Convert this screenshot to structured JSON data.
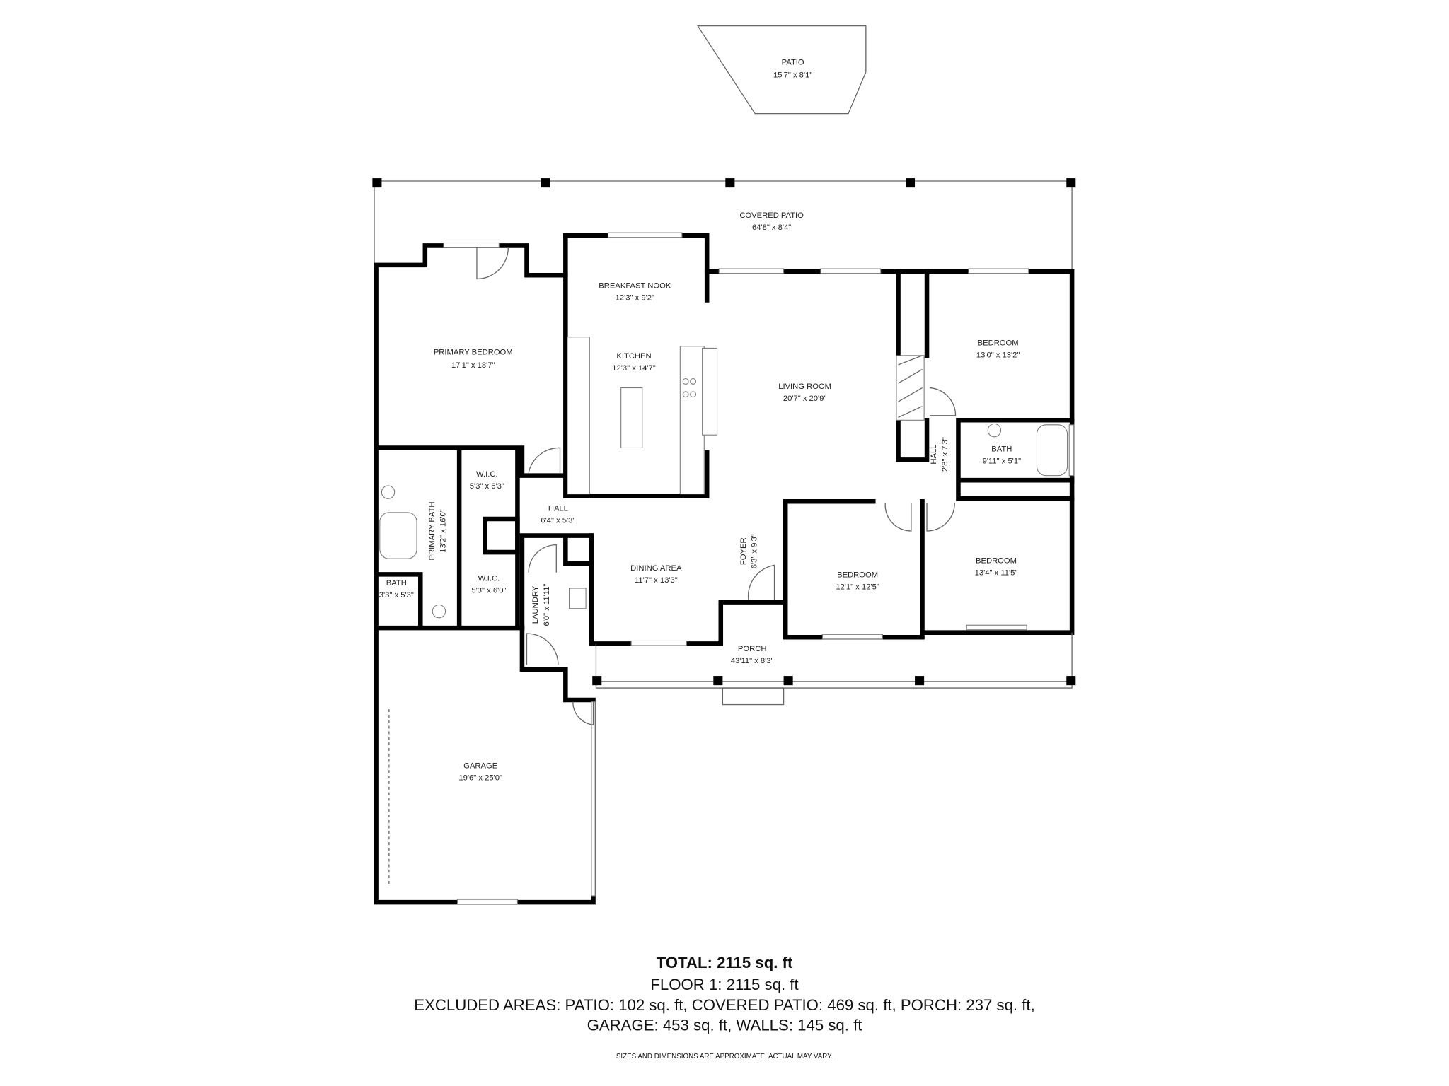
{
  "rooms": {
    "patio": {
      "name": "PATIO",
      "dims": "15'7\" x 8'1\""
    },
    "covered_patio": {
      "name": "COVERED PATIO",
      "dims": "64'8\" x 8'4\""
    },
    "breakfast_nook": {
      "name": "BREAKFAST NOOK",
      "dims": "12'3\" x 9'2\""
    },
    "primary_bedroom": {
      "name": "PRIMARY BEDROOM",
      "dims": "17'1\" x 18'7\""
    },
    "kitchen": {
      "name": "KITCHEN",
      "dims": "12'3\" x 14'7\""
    },
    "bedroom_ne": {
      "name": "BEDROOM",
      "dims": "13'0\" x 13'2\""
    },
    "living_room": {
      "name": "LIVING ROOM",
      "dims": "20'7\" x 20'9\""
    },
    "wic_upper": {
      "name": "W.I.C.",
      "dims": "5'3\" x 6'3\""
    },
    "primary_bath": {
      "name": "PRIMARY BATH",
      "dims": "13'2\" x 16'0\""
    },
    "hall_west": {
      "name": "HALL",
      "dims": "6'4\" x 5'3\""
    },
    "hall_east": {
      "name": "HALL",
      "dims": "2'8\" x 7'3\""
    },
    "bath_east": {
      "name": "BATH",
      "dims": "9'11\" x 5'1\""
    },
    "wic_lower": {
      "name": "W.I.C.",
      "dims": "5'3\" x 6'0\""
    },
    "bath_west": {
      "name": "BATH",
      "dims": "3'3\" x 5'3\""
    },
    "laundry": {
      "name": "LAUNDRY",
      "dims": "6'0\" x 11'11\""
    },
    "dining_area": {
      "name": "DINING AREA",
      "dims": "11'7\" x 13'3\""
    },
    "foyer": {
      "name": "FOYER",
      "dims": "6'3\" x 9'3\""
    },
    "bedroom_mid": {
      "name": "BEDROOM",
      "dims": "12'1\" x 12'5\""
    },
    "bedroom_se": {
      "name": "BEDROOM",
      "dims": "13'4\" x 11'5\""
    },
    "porch": {
      "name": "PORCH",
      "dims": "43'11\" x 8'3\""
    },
    "garage": {
      "name": "GARAGE",
      "dims": "19'6\" x 25'0\""
    }
  },
  "summary": {
    "total": "TOTAL: 2115 sq. ft",
    "floor1": "FLOOR 1: 2115 sq. ft",
    "excluded_line1": "EXCLUDED AREAS: PATIO: 102 sq. ft, COVERED PATIO: 469 sq. ft, PORCH: 237 sq. ft,",
    "excluded_line2": "GARAGE: 453 sq. ft, WALLS: 145 sq. ft",
    "disclaimer": "SIZES AND DIMENSIONS ARE APPROXIMATE, ACTUAL MAY VARY."
  }
}
